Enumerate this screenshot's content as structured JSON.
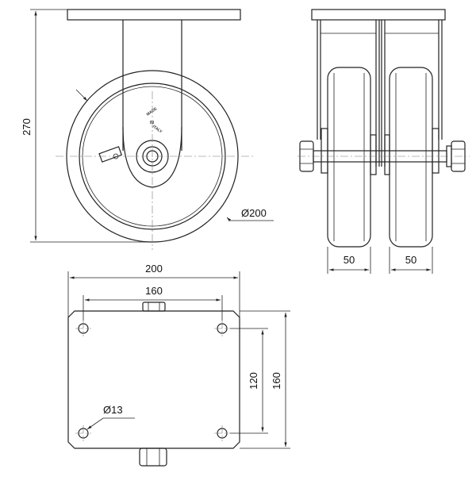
{
  "dimensions": {
    "total_height": "270",
    "wheel_diameter": "Ø200",
    "wheel_width_left": "50",
    "wheel_width_right": "50",
    "plate_width": "200",
    "bolt_spacing_x": "160",
    "bolt_spacing_y": "120",
    "plate_length": "160",
    "bolt_hole_diameter": "Ø13"
  },
  "hub_stamp": {
    "line1": "MADE",
    "line2": "IN",
    "line3": "ITALY"
  }
}
